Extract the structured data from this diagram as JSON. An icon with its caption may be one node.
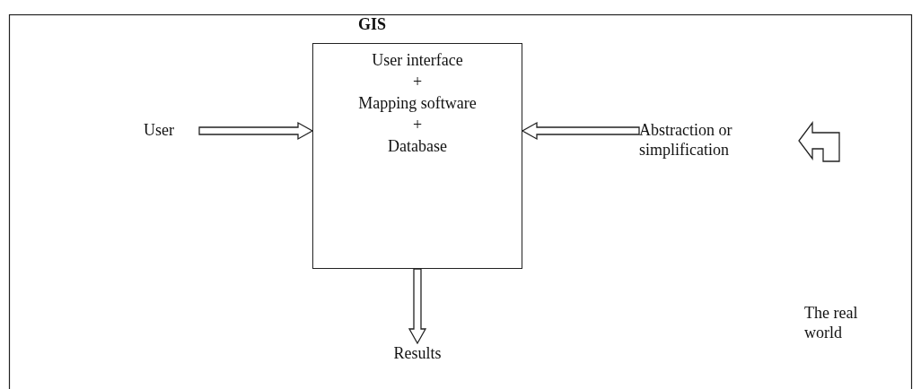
{
  "diagram": {
    "nodes": [
      {
        "text": [
          "GIS",
          "User interface",
          "+",
          "Mapping software",
          "+",
          "Database"
        ]
      },
      {
        "text": [
          "User"
        ]
      },
      {
        "text": [
          "Abstraction or simplification"
        ]
      },
      {
        "text": [
          "Results"
        ]
      },
      {
        "text": [
          "The real world"
        ]
      }
    ],
    "edges": [
      {
        "from": 1,
        "to": 0,
        "arrow": "to"
      },
      {
        "from": 2,
        "to": 0,
        "arrow": "to"
      },
      {
        "from": 0,
        "to": 3,
        "arrow": "to"
      }
    ]
  }
}
